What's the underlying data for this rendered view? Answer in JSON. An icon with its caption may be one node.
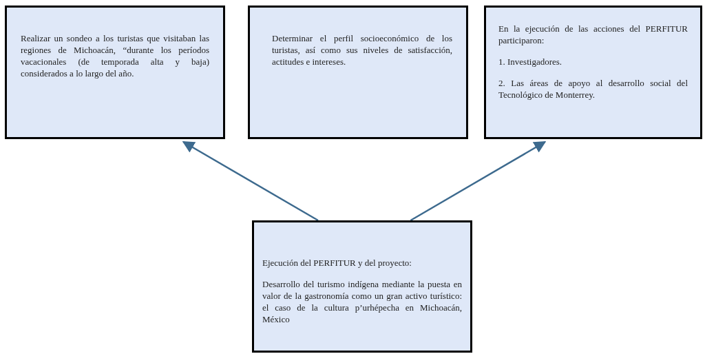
{
  "diagram": {
    "nodes": [
      {
        "text": [
          "Realizar un sondeo a los turistas que visitaban las  regiones de Michoacán, “durante los períodos vacacionales (de temporada alta y baja) considerados a lo largo del año."
        ]
      },
      {
        "text": [
          "Determinar el perfil socioeconómico de los turistas, así como sus niveles de satisfacción, actitudes e intereses."
        ]
      },
      {
        "text": [
          "En la ejecución de las acciones del PERFITUR participaron:",
          "1. Investigadores.",
          "2. Las áreas de apoyo al desarrollo social del Tecnológico de Monterrey."
        ]
      },
      {
        "text": [
          "Ejecución  del PERFITUR y del proyecto:",
          "Desarrollo del turismo indígena mediante la puesta en valor de la gastronomía como un gran activo turístico: el caso de la cultura p’urhépecha en Michoacán, México"
        ]
      }
    ],
    "edges": [
      {
        "from": 3,
        "to": 0,
        "arrow": "to"
      },
      {
        "from": 3,
        "to": 2,
        "arrow": "to"
      }
    ]
  }
}
